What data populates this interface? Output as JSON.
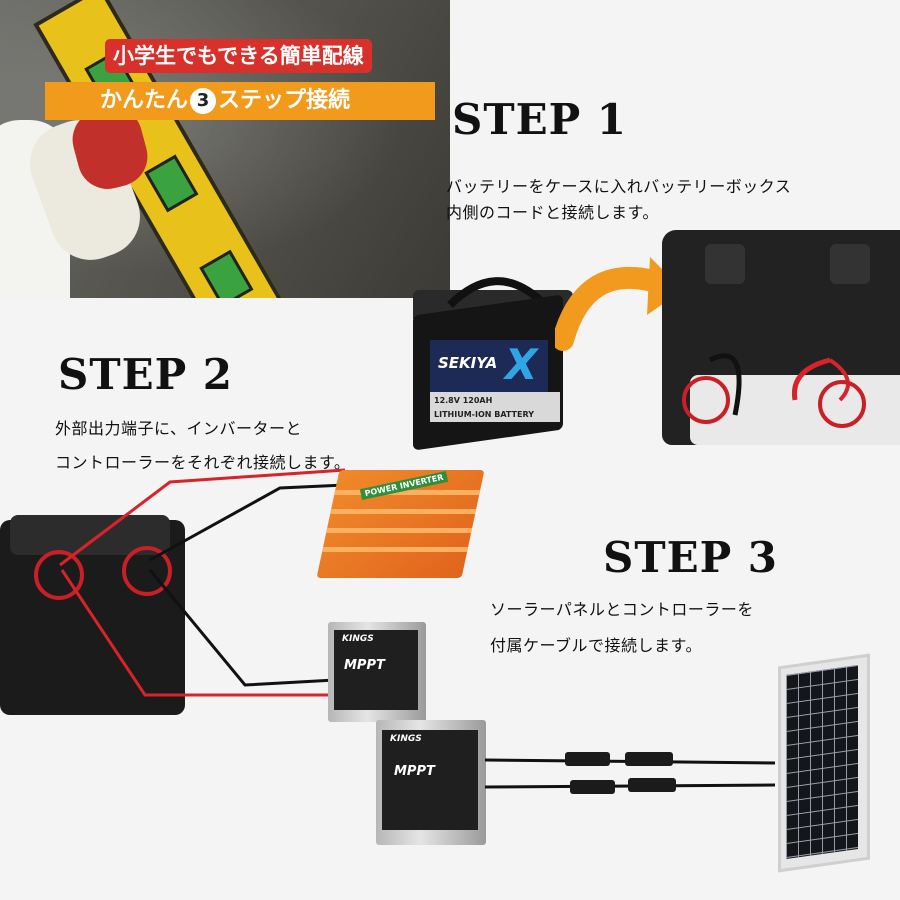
{
  "banner": {
    "subtitle": "小学生でもできる簡単配線",
    "title_prefix": "かんたん",
    "title_number": "3",
    "title_suffix": "ステップ接続"
  },
  "steps": [
    {
      "title": "STEP 1",
      "lines": [
        "バッテリーをケースに入れバッテリーボックス",
        "内側のコードと接続します。"
      ]
    },
    {
      "title": "STEP 2",
      "lines": [
        "外部出力端子に、インバーターと",
        "コントローラーをそれぞれ接続します。"
      ]
    },
    {
      "title": "STEP 3",
      "lines": [
        "ソーラーパネルとコントローラーを",
        "付属ケーブルで接続します。"
      ]
    }
  ],
  "battery": {
    "brand": "SEKIYA",
    "mark": "X",
    "spec_line1": "12.8V 120AH",
    "spec_line2": "LITHIUM-ION BATTERY"
  },
  "inverter": {
    "label": "POWER INVERTER"
  },
  "controllers": [
    {
      "brand": "KINGS",
      "model": "MPPT"
    },
    {
      "brand": "KINGS",
      "model": "MPPT"
    }
  ],
  "colors": {
    "banner_red": "#d8302a",
    "banner_orange": "#f19a1b",
    "arrow_orange": "#f29a1e",
    "wire_red": "#d8232a",
    "wire_black": "#111111"
  }
}
